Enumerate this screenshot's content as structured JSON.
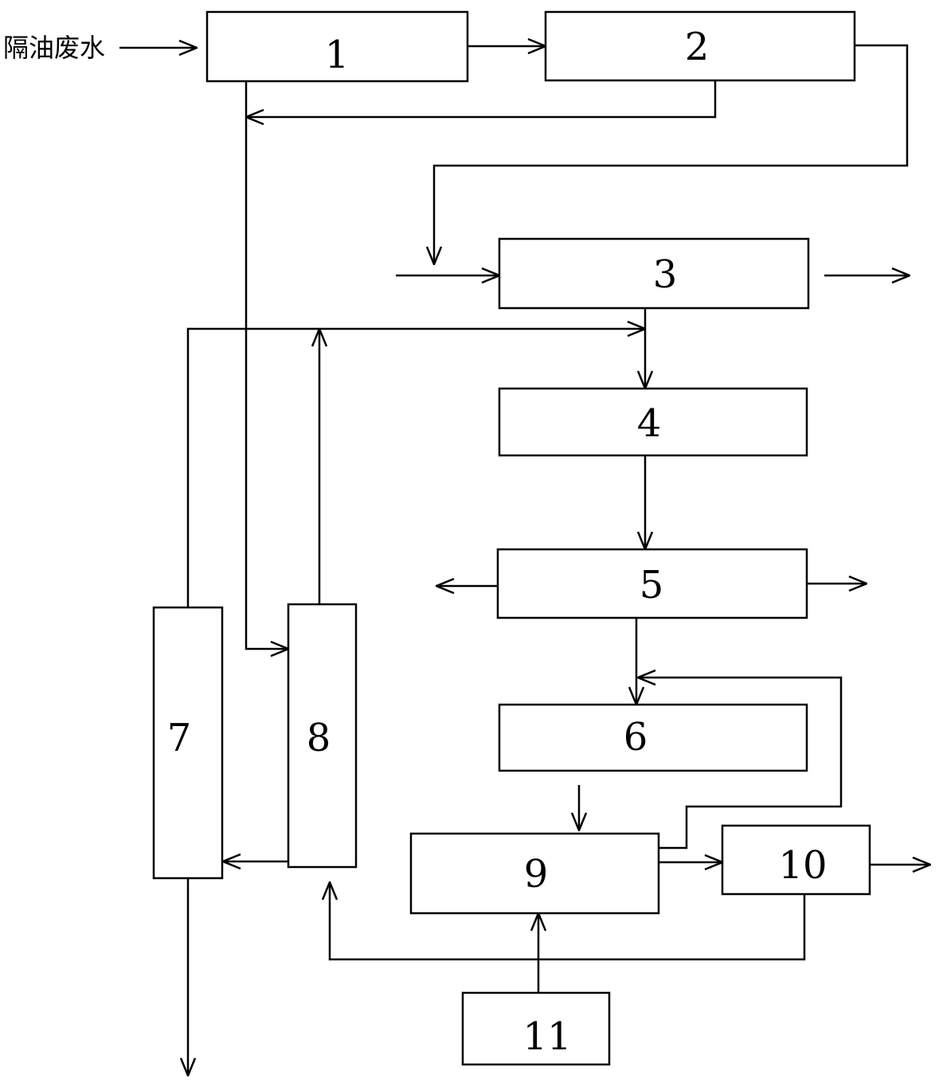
{
  "input_label": "隔油废水",
  "units": [
    {
      "id": "1",
      "label": "1"
    },
    {
      "id": "2",
      "label": "2"
    },
    {
      "id": "3",
      "label": "3"
    },
    {
      "id": "4",
      "label": "4"
    },
    {
      "id": "5",
      "label": "5"
    },
    {
      "id": "6",
      "label": "6"
    },
    {
      "id": "7",
      "label": "7"
    },
    {
      "id": "8",
      "label": "8"
    },
    {
      "id": "9",
      "label": "9"
    },
    {
      "id": "10",
      "label": "10"
    },
    {
      "id": "11",
      "label": "11"
    }
  ]
}
